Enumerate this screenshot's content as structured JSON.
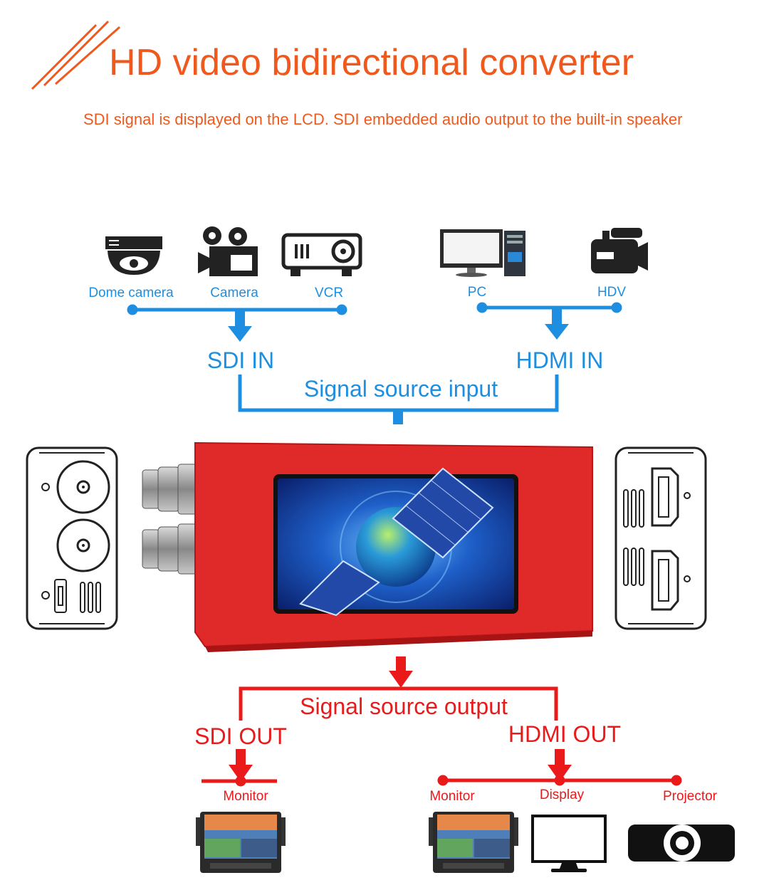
{
  "header": {
    "title": "HD video bidirectional converter",
    "subtitle": "SDI signal is displayed on the LCD. SDI embedded audio output to the built-in speaker"
  },
  "input": {
    "sdi_sources": [
      "Dome camera",
      "Camera",
      "VCR"
    ],
    "hdmi_sources": [
      "PC",
      "HDV"
    ],
    "sdi_label": "SDI IN",
    "hdmi_label": "HDMI IN",
    "group_label": "Signal source input"
  },
  "output": {
    "group_label": "Signal source output",
    "sdi_label": "SDI OUT",
    "hdmi_label": "HDMI OUT",
    "sdi_devices": [
      "Monitor"
    ],
    "hdmi_devices": [
      "Monitor",
      "Display",
      "Projector"
    ]
  },
  "colors": {
    "title": "#f0591e",
    "input_lines": "#1e8fe0",
    "output_lines": "#ea1a1a",
    "device_body": "#e02a2a",
    "outline": "#222222"
  },
  "icons": [
    "dome-camera-icon",
    "camera-icon",
    "vcr-icon",
    "pc-icon",
    "hdv-icon",
    "monitor-icon",
    "display-icon",
    "projector-icon"
  ]
}
